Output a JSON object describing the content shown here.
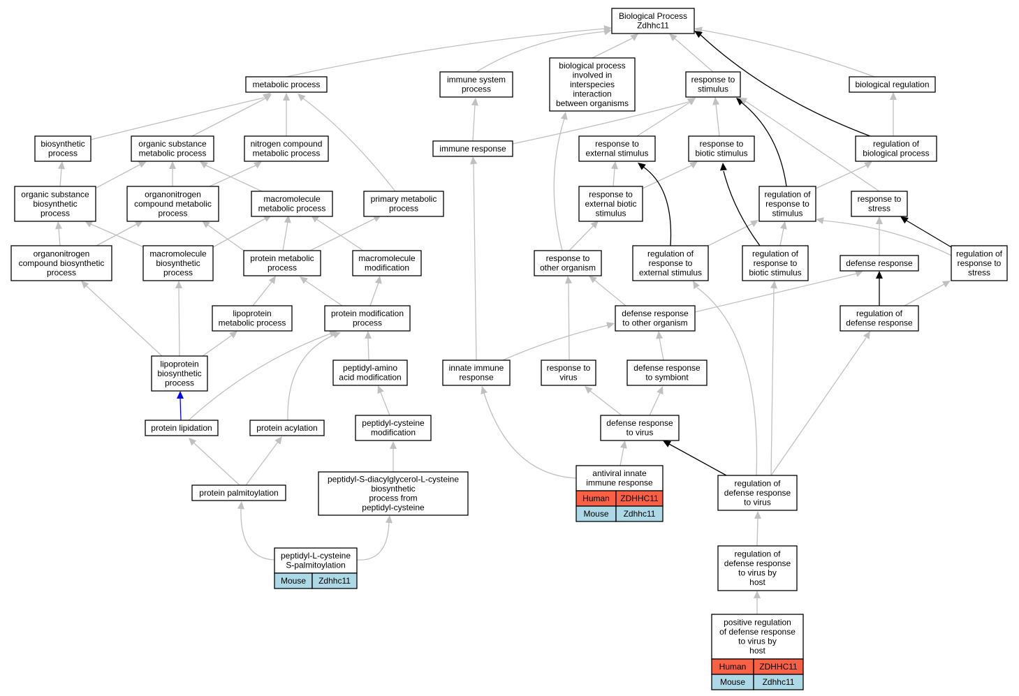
{
  "colors": {
    "edge_default": "#c0c0c0",
    "edge_regulates": "#000000",
    "edge_part_of": "#0000ff",
    "human": "#fa6045",
    "mouse": "#add8e6"
  },
  "nodes": [
    {
      "id": "bp",
      "lines": [
        "Biological Process",
        "Zdhhc11"
      ]
    },
    {
      "id": "metabolic",
      "lines": [
        "metabolic process"
      ]
    },
    {
      "id": "immune_sys",
      "lines": [
        "immune system",
        "process"
      ]
    },
    {
      "id": "interspecies",
      "lines": [
        "biological process",
        "involved in",
        "interspecies",
        "interaction",
        "between organisms"
      ]
    },
    {
      "id": "resp_stim",
      "lines": [
        "response to",
        "stimulus"
      ]
    },
    {
      "id": "bio_reg",
      "lines": [
        "biological regulation"
      ]
    },
    {
      "id": "biosynthetic",
      "lines": [
        "biosynthetic",
        "process"
      ]
    },
    {
      "id": "org_sub_met",
      "lines": [
        "organic substance",
        "metabolic process"
      ]
    },
    {
      "id": "nitrogen",
      "lines": [
        "nitrogen compound",
        "metabolic process"
      ]
    },
    {
      "id": "immune_resp",
      "lines": [
        "immune response"
      ]
    },
    {
      "id": "resp_ext",
      "lines": [
        "response to",
        "external stimulus"
      ]
    },
    {
      "id": "resp_biotic",
      "lines": [
        "response to",
        "biotic stimulus"
      ]
    },
    {
      "id": "reg_bio",
      "lines": [
        "regulation of",
        "biological process"
      ]
    },
    {
      "id": "org_sub_bio",
      "lines": [
        "organic substance",
        "biosynthetic",
        "process"
      ]
    },
    {
      "id": "orgnitro_met",
      "lines": [
        "organonitrogen",
        "compound metabolic",
        "process"
      ]
    },
    {
      "id": "macro_met",
      "lines": [
        "macromolecule",
        "metabolic process"
      ]
    },
    {
      "id": "primary",
      "lines": [
        "primary metabolic",
        "process"
      ]
    },
    {
      "id": "resp_ext_biotic",
      "lines": [
        "response to",
        "external biotic",
        "stimulus"
      ]
    },
    {
      "id": "reg_resp_stim",
      "lines": [
        "regulation of",
        "response to",
        "stimulus"
      ]
    },
    {
      "id": "resp_stress",
      "lines": [
        "response to",
        "stress"
      ]
    },
    {
      "id": "orgnitro_bio",
      "lines": [
        "organonitrogen",
        "compound biosynthetic",
        "process"
      ]
    },
    {
      "id": "macro_bio",
      "lines": [
        "macromolecule",
        "biosynthetic",
        "process"
      ]
    },
    {
      "id": "protein_met",
      "lines": [
        "protein metabolic",
        "process"
      ]
    },
    {
      "id": "macro_mod",
      "lines": [
        "macromolecule",
        "modification"
      ]
    },
    {
      "id": "resp_other",
      "lines": [
        "response to",
        "other organism"
      ]
    },
    {
      "id": "reg_resp_ext",
      "lines": [
        "regulation of",
        "response to",
        "external stimulus"
      ]
    },
    {
      "id": "reg_resp_biotic",
      "lines": [
        "regulation of",
        "response to",
        "biotic stimulus"
      ]
    },
    {
      "id": "defense",
      "lines": [
        "defense response"
      ]
    },
    {
      "id": "reg_resp_stress",
      "lines": [
        "regulation of",
        "response to",
        "stress"
      ]
    },
    {
      "id": "lipoprot_met",
      "lines": [
        "lipoprotein",
        "metabolic process"
      ]
    },
    {
      "id": "prot_mod",
      "lines": [
        "protein modification",
        "process"
      ]
    },
    {
      "id": "def_other",
      "lines": [
        "defense response",
        "to other organism"
      ]
    },
    {
      "id": "reg_def",
      "lines": [
        "regulation of",
        "defense response"
      ]
    },
    {
      "id": "lipoprot_bio",
      "lines": [
        "lipoprotein",
        "biosynthetic",
        "process"
      ]
    },
    {
      "id": "pep_amino",
      "lines": [
        "peptidyl-amino",
        "acid modification"
      ]
    },
    {
      "id": "innate",
      "lines": [
        "innate immune",
        "response"
      ]
    },
    {
      "id": "resp_virus",
      "lines": [
        "response to",
        "virus"
      ]
    },
    {
      "id": "def_symb",
      "lines": [
        "defense response",
        "to symbiont"
      ]
    },
    {
      "id": "prot_lipid",
      "lines": [
        "protein lipidation"
      ]
    },
    {
      "id": "prot_acyl",
      "lines": [
        "protein acylation"
      ]
    },
    {
      "id": "pep_cys_mod",
      "lines": [
        "peptidyl-cysteine",
        "modification"
      ]
    },
    {
      "id": "def_virus",
      "lines": [
        "defense response",
        "to virus"
      ]
    },
    {
      "id": "antiviral",
      "lines": [
        "antiviral innate",
        "immune response"
      ],
      "genes": {
        "human": "ZDHHC11",
        "mouse": "Zdhhc11"
      },
      "species": {
        "human": "Human",
        "mouse": "Mouse"
      }
    },
    {
      "id": "prot_palm",
      "lines": [
        "protein palmitoylation"
      ]
    },
    {
      "id": "pep_diacyl",
      "lines": [
        "peptidyl-S-diacylglycerol-L-cysteine",
        "biosynthetic",
        "process from",
        "peptidyl-cysteine"
      ]
    },
    {
      "id": "reg_def_virus",
      "lines": [
        "regulation of",
        "defense response",
        "to virus"
      ]
    },
    {
      "id": "pep_palm",
      "lines": [
        "peptidyl-L-cysteine",
        "S-palmitoylation"
      ],
      "genes": {
        "mouse": "Zdhhc11"
      },
      "species": {
        "mouse": "Mouse"
      }
    },
    {
      "id": "reg_def_virus_host",
      "lines": [
        "regulation of",
        "defense response",
        "to virus by",
        "host"
      ]
    },
    {
      "id": "pos_reg_def_virus_host",
      "lines": [
        "positive regulation",
        "of defense response",
        "to virus by",
        "host"
      ],
      "genes": {
        "human": "ZDHHC11",
        "mouse": "Zdhhc11"
      },
      "species": {
        "human": "Human",
        "mouse": "Mouse"
      }
    }
  ]
}
